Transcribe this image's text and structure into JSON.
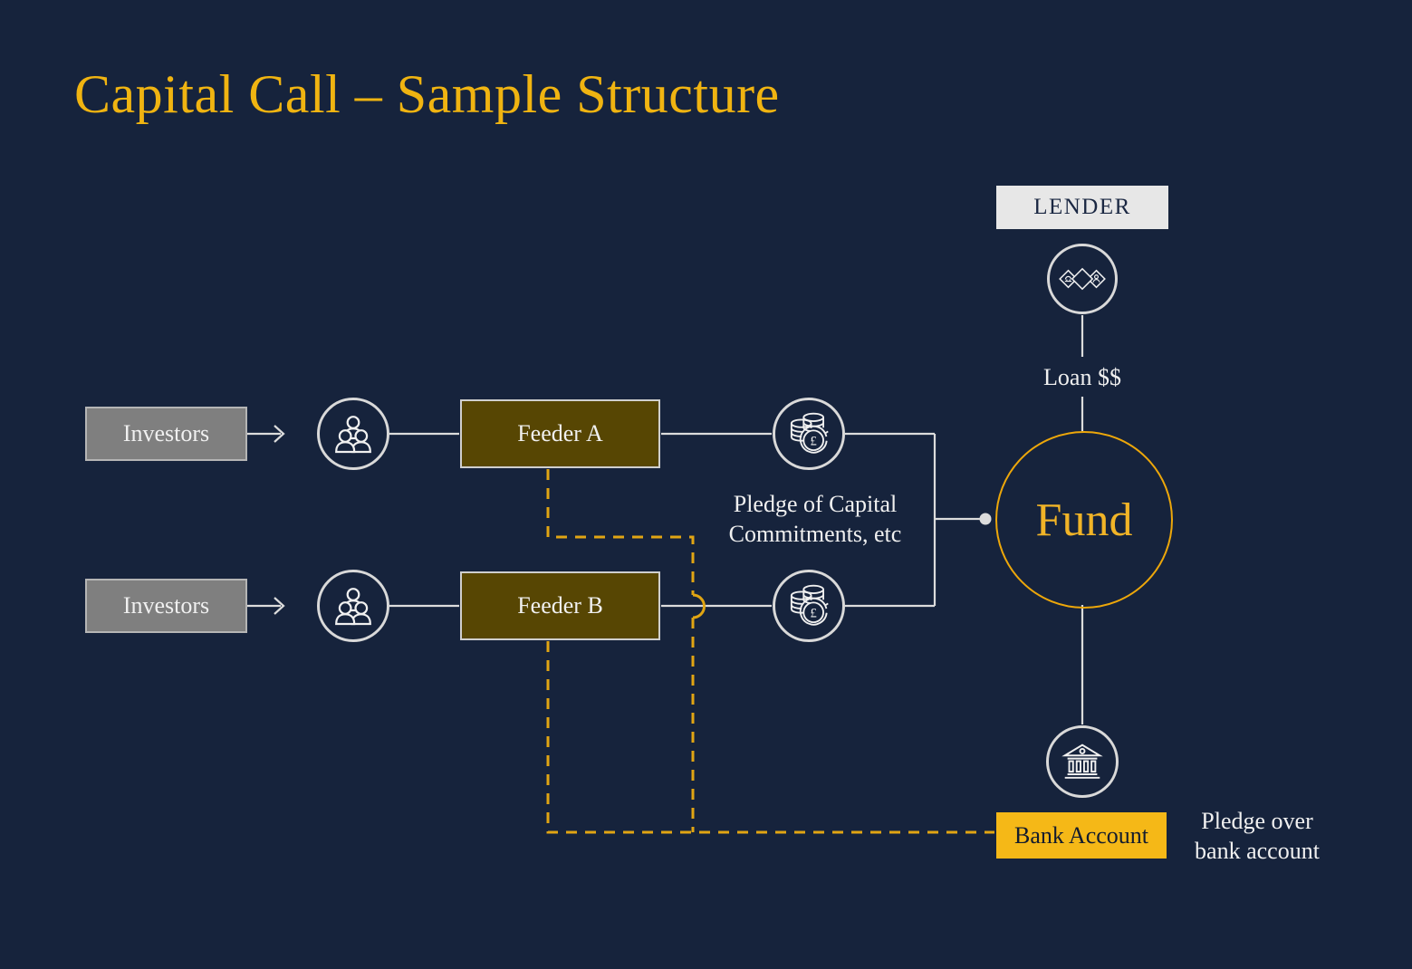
{
  "title": "Capital Call – Sample Structure",
  "colors": {
    "background": "#16233c",
    "accent_gold": "#f0b411",
    "line_white": "#dcdcdc",
    "dashed_gold": "#e1a513",
    "fund_stroke": "#eda70a",
    "feeder_fill": "#574603",
    "investor_fill": "#7f7f7f",
    "lender_fill": "#e7e7e7",
    "bank_account_fill": "#f5b817"
  },
  "nodes": {
    "lender": {
      "label": "LENDER"
    },
    "loan": {
      "label": "Loan $$"
    },
    "fund": {
      "label": "Fund"
    },
    "investors_top": {
      "label": "Investors"
    },
    "investors_bottom": {
      "label": "Investors"
    },
    "feeder_top": {
      "label": "Feeder A"
    },
    "feeder_bottom": {
      "label": "Feeder B"
    },
    "bank_account": {
      "label": "Bank Account"
    }
  },
  "annotations": {
    "pledge_capital": {
      "line1": "Pledge of Capital",
      "line2": "Commitments, etc"
    },
    "pledge_bank": {
      "line1": "Pledge over",
      "line2": "bank account"
    }
  },
  "icons": {
    "lender": "diamond-network-icon",
    "investor_group": "people-group-icon",
    "capital_coins": "coins-currency-icon",
    "bank": "bank-building-icon",
    "currency_symbol": "£"
  }
}
